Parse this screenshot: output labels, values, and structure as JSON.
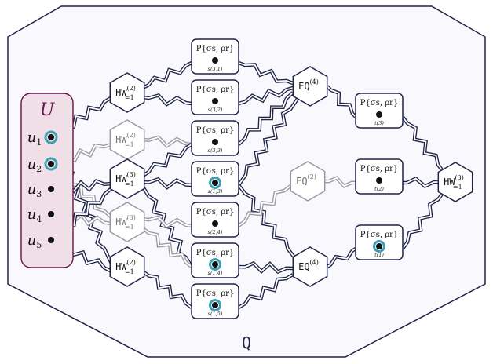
{
  "colors": {
    "outer_fill": "#f8f8fd",
    "outer_stroke": "#1f2447",
    "dark": "#1f2447",
    "gray": "#9a9aa4",
    "U_fill": "#f1dfe8",
    "U_stroke": "#6b1447",
    "U_text": "#6b1447",
    "teal": "#3fa0b4"
  },
  "outer_label": "Q",
  "U": {
    "label": "U",
    "items": [
      {
        "base": "u",
        "sub": "1",
        "highlight": true
      },
      {
        "base": "u",
        "sub": "2",
        "highlight": true
      },
      {
        "base": "u",
        "sub": "3",
        "highlight": false
      },
      {
        "base": "u",
        "sub": "4",
        "highlight": false
      },
      {
        "base": "u",
        "sub": "5",
        "highlight": false
      }
    ]
  },
  "hw_gates": [
    {
      "id": "hw1",
      "base": "HW",
      "sub": "=1",
      "sup": "(2)",
      "gray": false
    },
    {
      "id": "hw2",
      "base": "HW",
      "sub": "=1",
      "sup": "(2)",
      "gray": true
    },
    {
      "id": "hw3",
      "base": "HW",
      "sub": "=1",
      "sup": "(3)",
      "gray": false
    },
    {
      "id": "hw4",
      "base": "HW",
      "sub": "=1",
      "sup": "(3)",
      "gray": true
    },
    {
      "id": "hw5",
      "base": "HW",
      "sub": "=1",
      "sup": "(2)",
      "gray": false
    },
    {
      "id": "hw6",
      "base": "HW",
      "sub": "=1",
      "sup": "(3)",
      "gray": false
    }
  ],
  "eq_gates": [
    {
      "id": "eq1",
      "base": "EQ",
      "sup": "(4)",
      "gray": false
    },
    {
      "id": "eq2",
      "base": "EQ",
      "sup": "(2)",
      "gray": true
    },
    {
      "id": "eq3",
      "base": "EQ",
      "sup": "(4)",
      "gray": false
    }
  ],
  "p_boxes": [
    {
      "id": "s31",
      "label": "P{σs, ρr}",
      "index": "s(3,1)",
      "highlight": false
    },
    {
      "id": "s32",
      "label": "P{σs, ρr}",
      "index": "s(3,2)",
      "highlight": false
    },
    {
      "id": "s33",
      "label": "P{σs, ρr}",
      "index": "s(3,3)",
      "highlight": false
    },
    {
      "id": "s13",
      "label": "P{σs, ρr}",
      "index": "s(1,3)",
      "highlight": true
    },
    {
      "id": "s24",
      "label": "P{σs, ρr}",
      "index": "s(2,4)",
      "highlight": false
    },
    {
      "id": "s14",
      "label": "P{σs, ρr}",
      "index": "s(1,4)",
      "highlight": true
    },
    {
      "id": "s15",
      "label": "P{σs, ρr}",
      "index": "s(1,5)",
      "highlight": true
    },
    {
      "id": "t3",
      "label": "P{σs, ρr}",
      "index": "t(3)",
      "highlight": false
    },
    {
      "id": "t2",
      "label": "P{σs, ρr}",
      "index": "t(2)",
      "highlight": false
    },
    {
      "id": "t1",
      "label": "P{σs, ρr}",
      "index": "t(1)",
      "highlight": true
    }
  ]
}
